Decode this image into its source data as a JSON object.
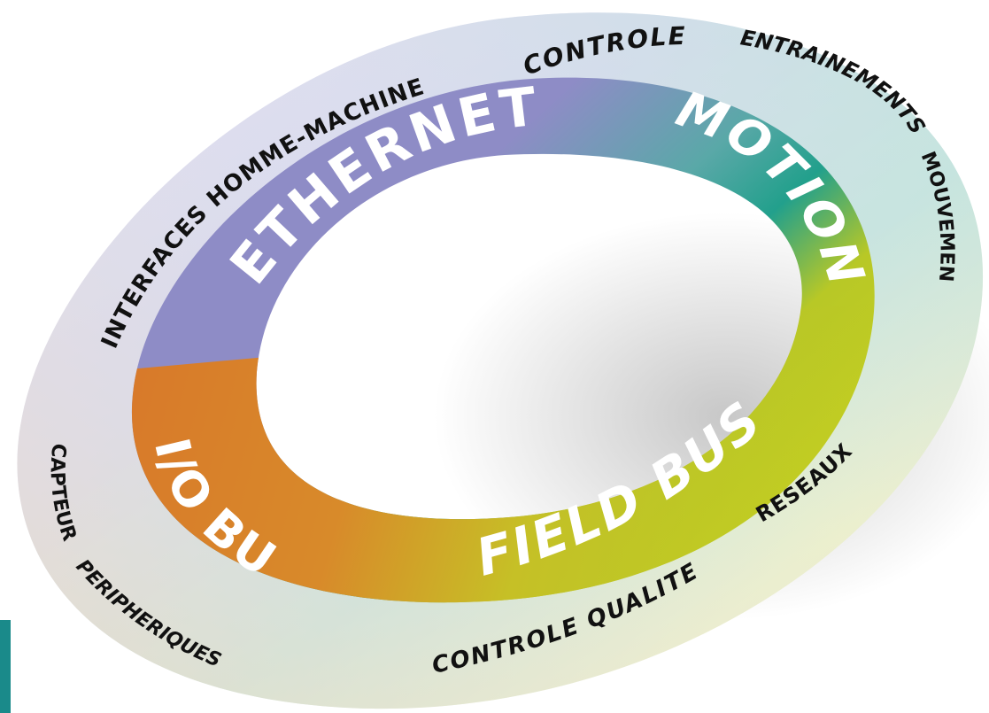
{
  "inner_ring": {
    "ethernet": "ETHERNET",
    "motion_bus": "MOTION BUS",
    "field_bus": "FIELD BUS",
    "io_bus": "I/O BUS"
  },
  "outer_ring": {
    "interfaces_homme_machine": "INTERFACES HOMME-MACHINE",
    "controle": "CONTROLE",
    "entrainements": "ENTRAINEMENTS",
    "mouvement": "MOUVEMENT",
    "reseaux": "RESEAUX",
    "controle_qualite": "CONTROLE QUALITE",
    "peripheriques": "PERIPHERIQUES",
    "capteurs": "CAPTEURS"
  },
  "colors": {
    "ethernet": "#8c8cc8",
    "motion_bus": "#22a08c",
    "field_bus": "#b4c82a",
    "io_bus": "#d87a28",
    "outer_top": "#dcdcee",
    "outer_right": "#b8e0d8",
    "outer_bottom": "#ecf0c4",
    "outer_left": "#f4dcbc"
  }
}
